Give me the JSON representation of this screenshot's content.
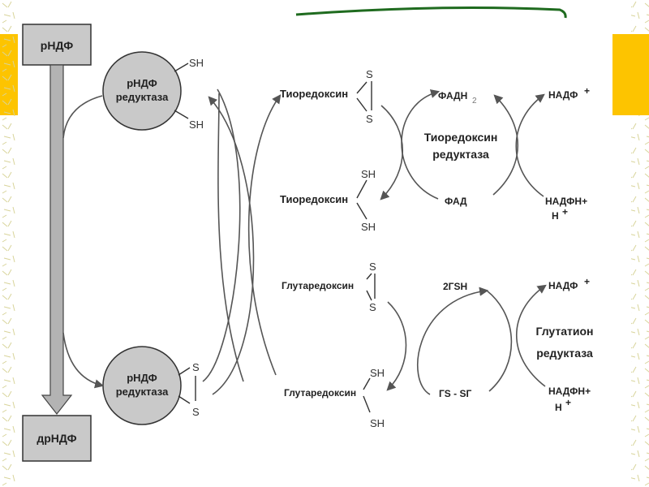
{
  "colors": {
    "accent": "#fdc400",
    "title_underline": "#1f6b1f",
    "box_fill": "#c9c9c9",
    "circle_fill": "#c9c9c9",
    "arrow": "#555555"
  },
  "diagram": {
    "top_box": "рНДФ",
    "bottom_box": "дрНДФ",
    "enzyme_top": [
      "рНДФ",
      "редуктаза"
    ],
    "enzyme_bottom": [
      "рНДФ",
      "редуктаза"
    ],
    "sh": "SH",
    "s": "S",
    "thioredoxin_ox": "Тиоредоксин",
    "thioredoxin_red": "Тиоредоксин",
    "thioredoxin_reductase": [
      "Тиоредоксин",
      "редуктаза"
    ],
    "fadh2": "ФАДН",
    "fadh2_sub": "2",
    "fad": "ФАД",
    "nadp_top": "НАДФ",
    "nadph_top": "НАДФН+",
    "h_plus_top": "Н",
    "glutaredoxin_ox": "Глутаредоксин",
    "glutaredoxin_red": "Глутаредоксин",
    "gsh": "2ГSH",
    "gssg": "ГS - SГ",
    "glutathione_reductase": [
      "Глутатион",
      "редуктаза"
    ],
    "nadp_bottom": "НАДФ",
    "nadph_bottom": "НАДФН+",
    "h_plus_bottom": "Н",
    "plus": "+"
  }
}
